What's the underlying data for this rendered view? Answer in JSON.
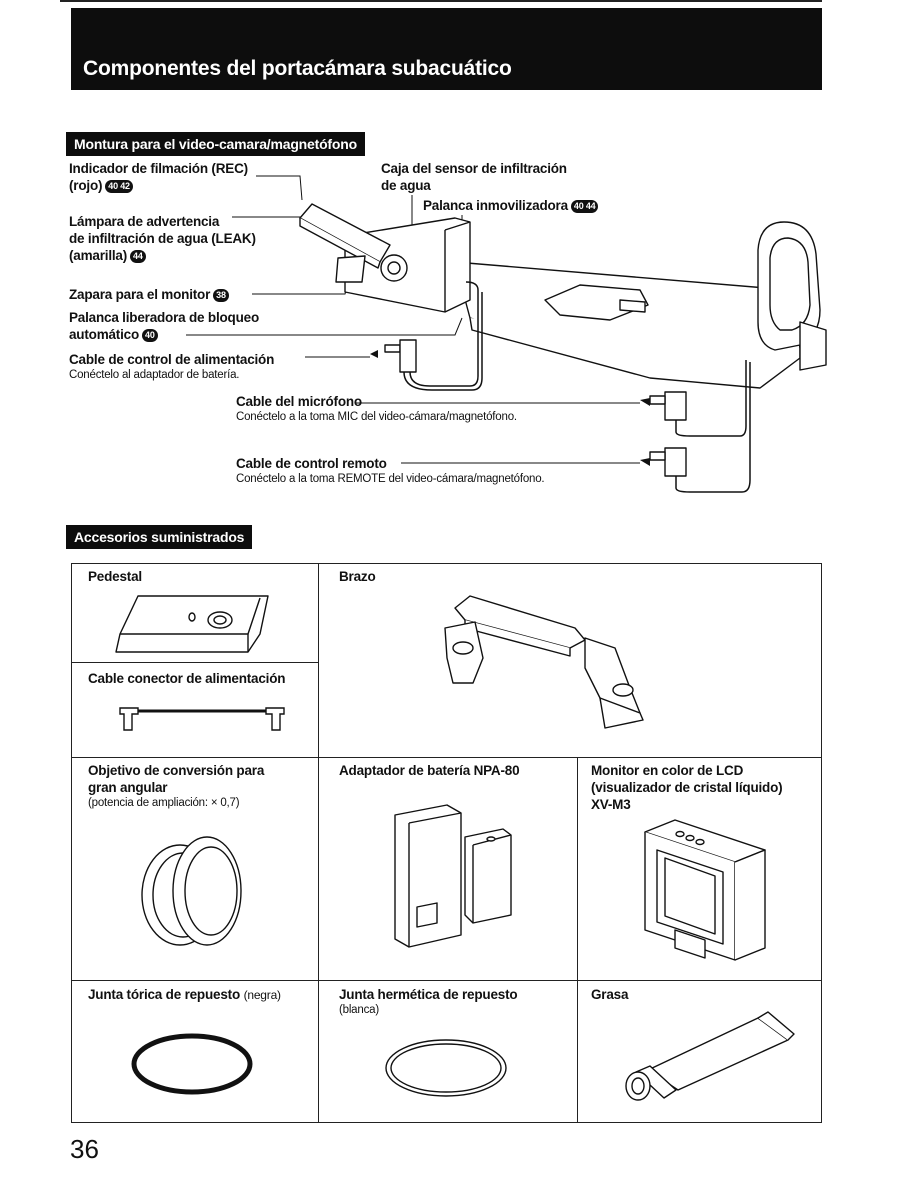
{
  "page": {
    "title": "Componentes del portacámara subacuático",
    "page_number": "36"
  },
  "section_mount": {
    "heading": "Montura para el video-camara/magnetófono",
    "labels": {
      "rec_indicator_1": "Indicador de filmación (REC)",
      "rec_indicator_2": "(rojo)",
      "rec_refs": "40 42",
      "leak_lamp_1": "Lámpara de advertencia",
      "leak_lamp_2": "de infiltración de agua (LEAK)",
      "leak_lamp_3": "(amarilla)",
      "leak_ref": "44",
      "monitor_shoe": "Zapara para el monitor",
      "monitor_shoe_ref": "38",
      "lock_release_1": "Palanca liberadora de bloqueo",
      "lock_release_2": "automático",
      "lock_release_ref": "40",
      "power_cable": "Cable de control de alimentación",
      "power_cable_note": "Conéctelo al adaptador de batería.",
      "leak_sensor_1": "Caja del sensor de infiltración",
      "leak_sensor_2": "de agua",
      "lock_lever": "Palanca inmovilizadora",
      "lock_lever_refs": "40 44",
      "mic_cable": "Cable del micrófono",
      "mic_cable_note": "Conéctelo a la toma MIC del video-cámara/magnetófono.",
      "remote_cable": "Cable de control remoto",
      "remote_cable_note": "Conéctelo a la toma REMOTE del video-cámara/magnetófono."
    }
  },
  "section_accessories": {
    "heading": "Accesorios suministrados",
    "items": {
      "pedestal": "Pedestal",
      "arm": "Brazo",
      "power_connector_cable": "Cable conector de alimentación",
      "wide_lens_1": "Objetivo de conversión para",
      "wide_lens_2": "gran angular",
      "wide_lens_note": "(potencia de ampliación: × 0,7)",
      "battery_adaptor": "Adaptador de batería NPA-80",
      "lcd_monitor_1": "Monitor en color de LCD",
      "lcd_monitor_2": "(visualizador de cristal líquido)",
      "lcd_monitor_3": "XV-M3",
      "oring": "Junta tórica de repuesto",
      "oring_note": "(negra)",
      "seal": "Junta hermética de repuesto",
      "seal_note": "(blanca)",
      "grease": "Grasa"
    }
  }
}
